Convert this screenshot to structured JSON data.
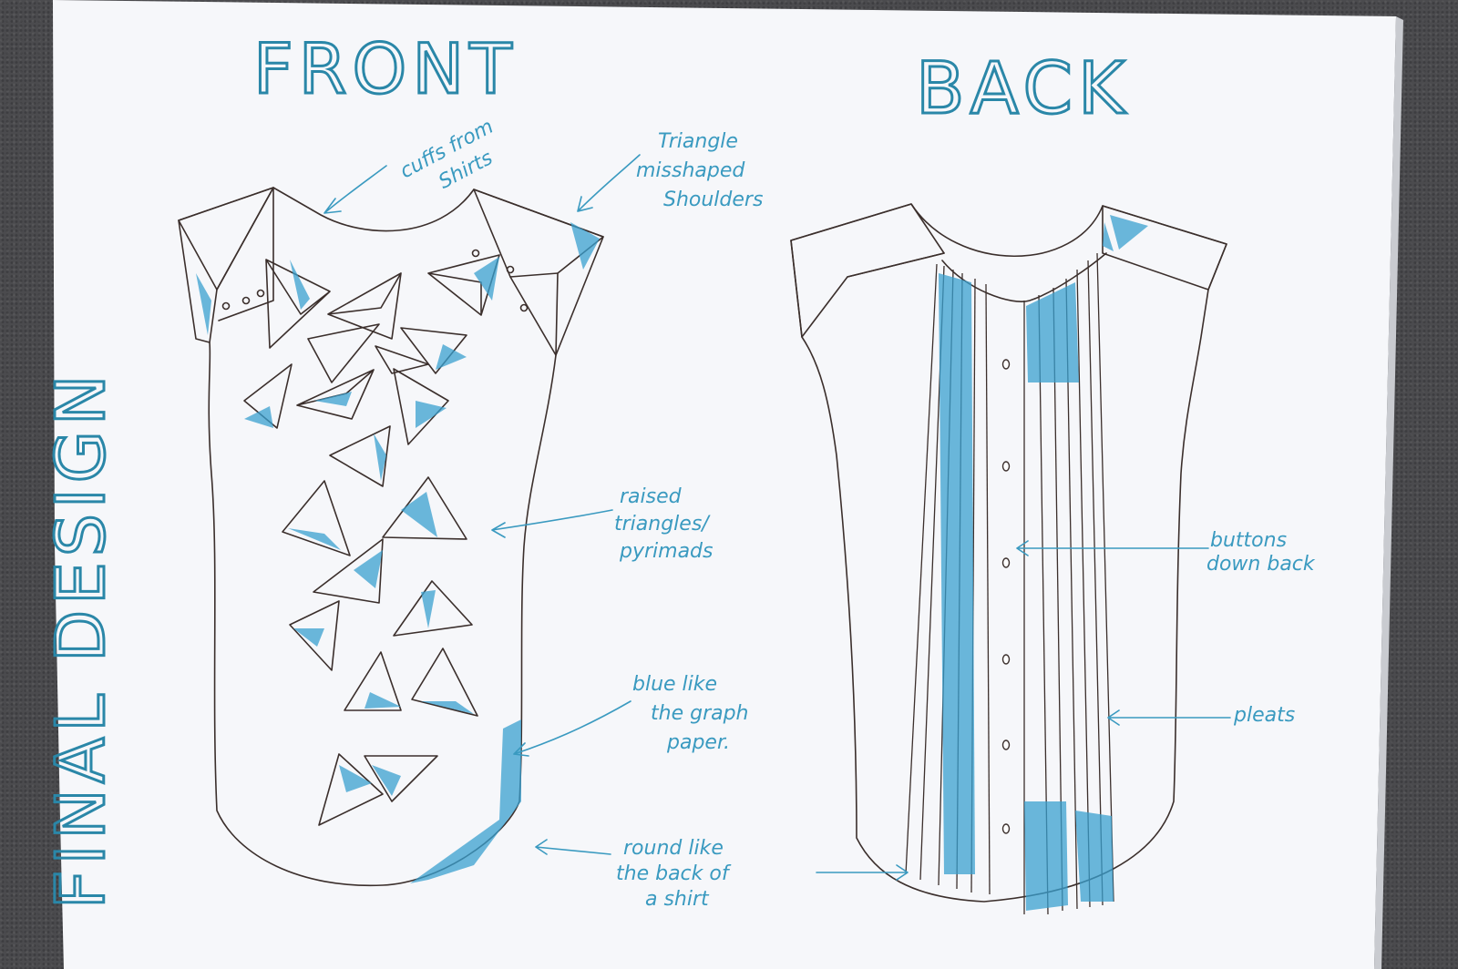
{
  "headings": {
    "front": "FRONT",
    "back": "BACK",
    "side_title": "FINAL DESIGN"
  },
  "annotations": {
    "cuffs": [
      "cuffs from",
      "Shirts"
    ],
    "triangle": [
      "Triangle",
      "misshaped",
      "Shoulders"
    ],
    "raised": [
      "raised",
      "triangles/",
      "pyrimads"
    ],
    "blue": [
      "blue like",
      "the graph",
      "paper."
    ],
    "round": [
      "round like",
      "the back of",
      "a shirt"
    ],
    "buttons": [
      "buttons",
      "down back"
    ],
    "pleats": [
      "pleats"
    ]
  },
  "colors": {
    "ink_blue": "#2f8fb3",
    "pencil_blue": "#3aa0cf",
    "sketch_line": "#3b2f2c",
    "paper": "#f7f8fb",
    "carpet": "#4b4b4e"
  }
}
